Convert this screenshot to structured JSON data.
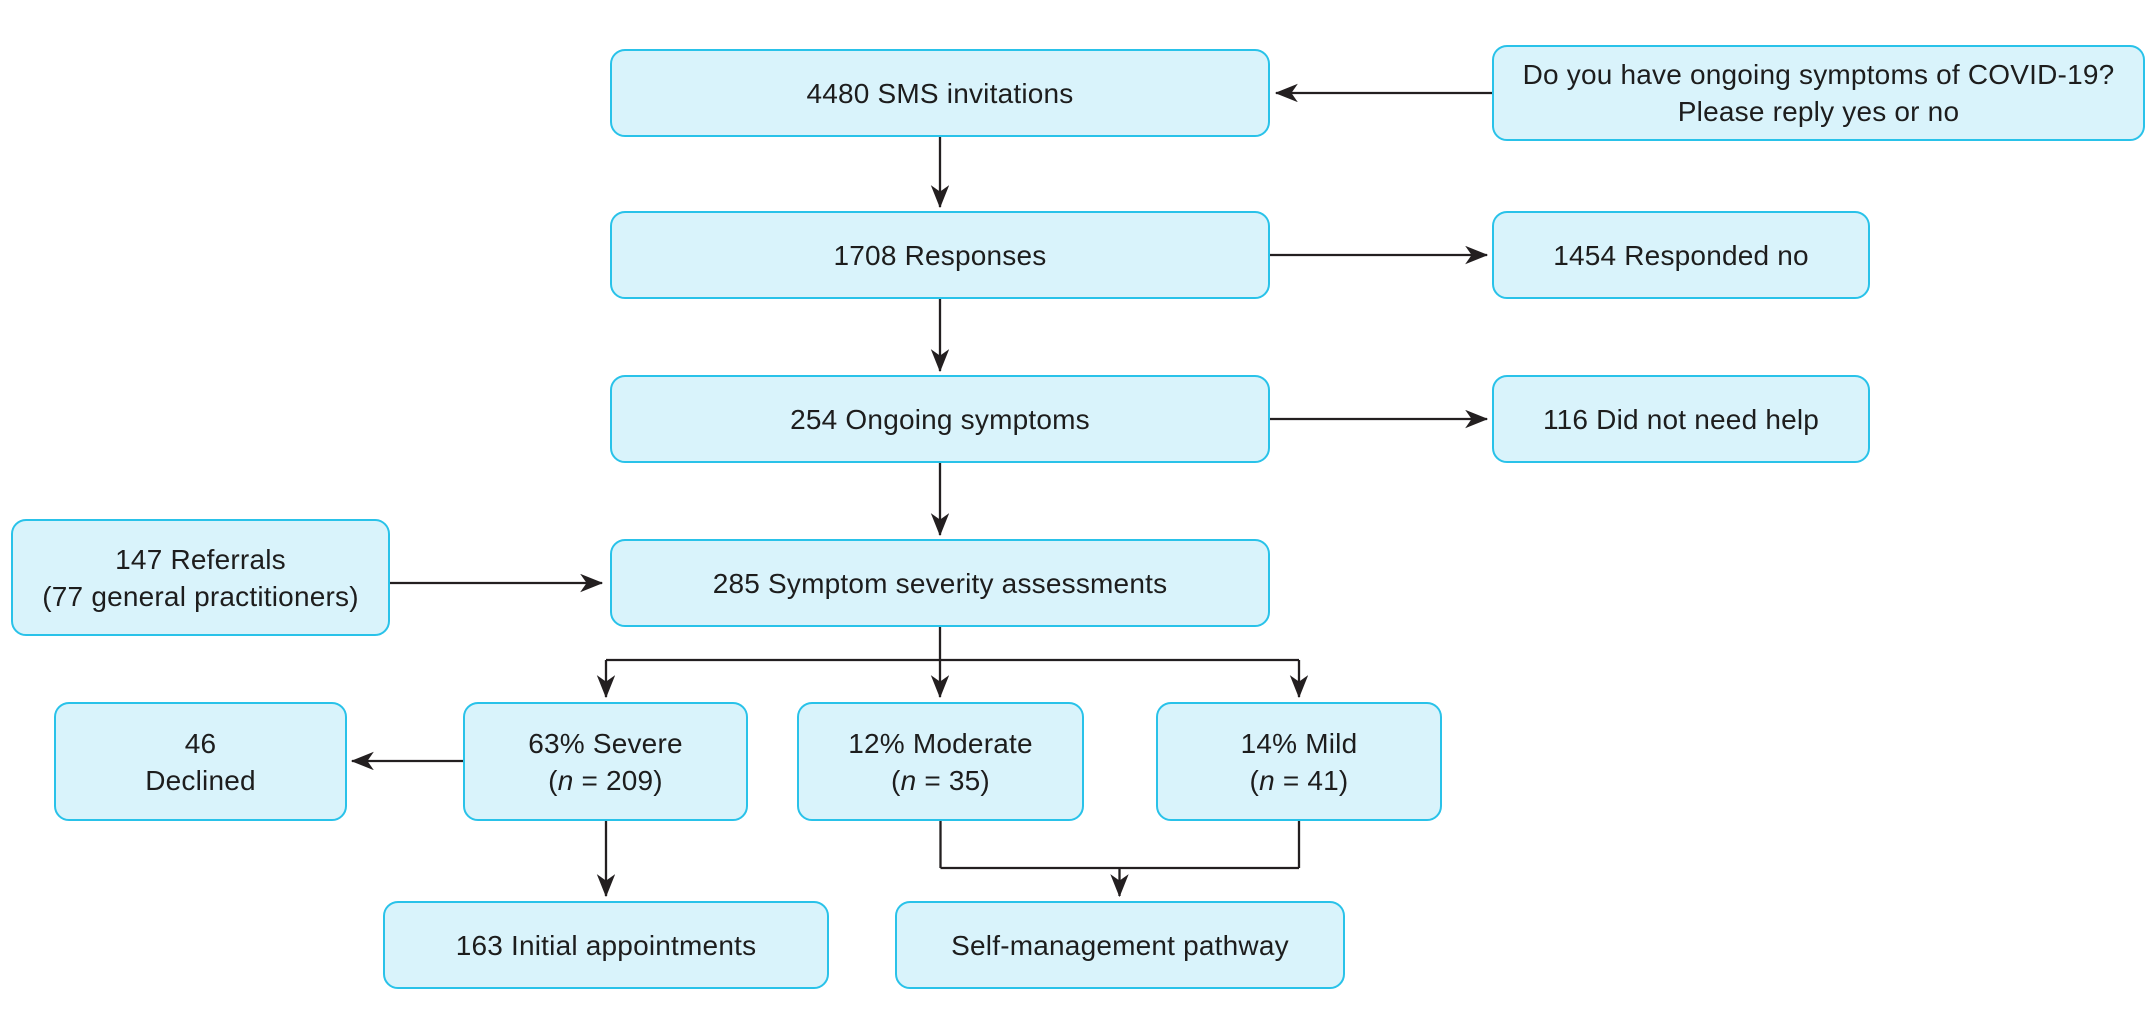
{
  "diagram_title": "COVID-19 ongoing symptoms SMS triage pathway flowchart",
  "colors": {
    "box_fill": "#d9f3fb",
    "box_border": "#29c2e9",
    "line": "#231f20",
    "text": "#1d1d1d"
  },
  "boxes": {
    "sms": {
      "label": "4480 SMS invitations"
    },
    "question": {
      "line1": "Do you have ongoing symptoms of COVID-19?",
      "line2": "Please reply yes or no"
    },
    "responses": {
      "label": "1708 Responses"
    },
    "responded_no": {
      "label": "1454 Responded no"
    },
    "ongoing": {
      "label": "254 Ongoing symptoms"
    },
    "no_help": {
      "label": "116 Did not need help"
    },
    "referrals": {
      "line1": "147 Referrals",
      "line2": "(77 general practitioners)"
    },
    "assessments": {
      "label": "285 Symptom severity assessments"
    },
    "declined": {
      "line1": "46",
      "line2": "Declined"
    },
    "severe": {
      "line1": "63% Severe",
      "paren_open": "(",
      "n_italic": "n",
      "n_rest": " = 209)"
    },
    "moderate": {
      "line1": "12% Moderate",
      "paren_open": "(",
      "n_italic": "n",
      "n_rest": " = 35)"
    },
    "mild": {
      "line1": "14% Mild",
      "paren_open": "(",
      "n_italic": "n",
      "n_rest": " = 41)"
    },
    "initial": {
      "label": "163 Initial appointments"
    },
    "self_mgmt": {
      "label": "Self-management pathway"
    }
  }
}
